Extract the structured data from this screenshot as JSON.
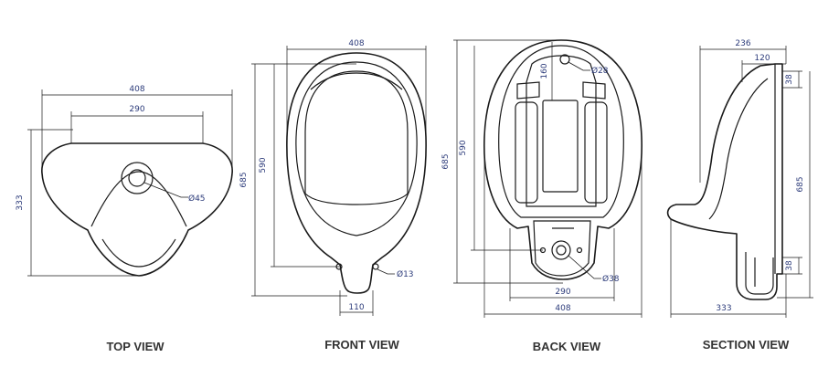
{
  "views": {
    "top": {
      "caption": "TOP VIEW",
      "dims": {
        "width": "408",
        "inner_width": "290",
        "depth": "333",
        "hole": "Ø45"
      }
    },
    "front": {
      "caption": "FRONT VIEW",
      "dims": {
        "width": "408",
        "inner_height": "590",
        "height": "685",
        "hole": "Ø13",
        "outlet": "110"
      }
    },
    "back": {
      "caption": "BACK VIEW",
      "dims": {
        "top_offset": "160",
        "top_hole": "Ø28",
        "inner_height": "590",
        "height": "685",
        "outlet_hole": "Ø38",
        "inner_width": "290",
        "width": "408"
      }
    },
    "section": {
      "caption": "SECTION VIEW",
      "dims": {
        "depth": "236",
        "inner_depth": "120",
        "top_offset": "38",
        "height": "685",
        "bottom_offset": "38",
        "base_depth": "333"
      }
    }
  },
  "colors": {
    "line": "#1a1a1a",
    "dimension_text": "#2c3b7a",
    "caption": "#333333"
  }
}
